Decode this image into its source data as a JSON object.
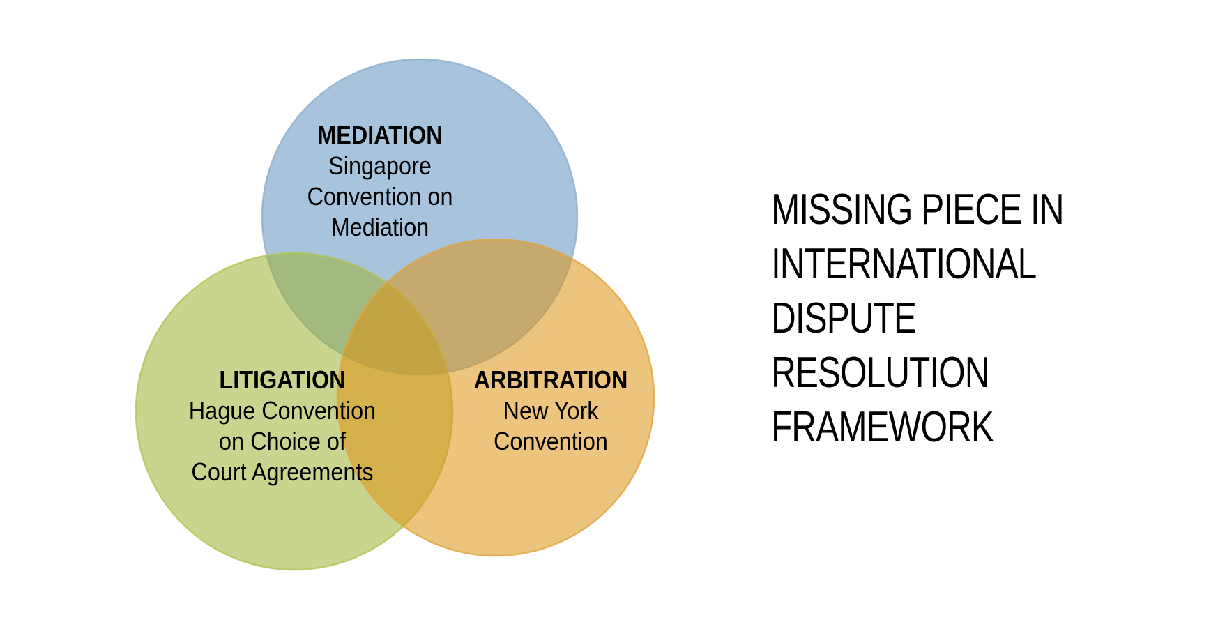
{
  "page": {
    "background": "#ffffff",
    "text_color": "#000000"
  },
  "venn": {
    "circles": [
      {
        "id": "mediation",
        "name": "MEDIATION",
        "lines": [
          "Singapore",
          "Convention on",
          "Mediation"
        ],
        "fill": "#6194C1",
        "appearance_over_white": "#A8C4DD",
        "stroke": "#8FAECC"
      },
      {
        "id": "litigation",
        "name": "LITIGATION",
        "lines": [
          "Hague Convention",
          "on Choice of",
          "Court Agreements"
        ],
        "fill": "#9DB133",
        "appearance_over_white": "#C9D38F",
        "stroke": "#AFC455"
      },
      {
        "id": "arbitration",
        "name": "ARBITRATION",
        "lines": [
          "New York",
          "Convention"
        ],
        "fill": "#DC9414",
        "appearance_over_white": "#ECC47E",
        "stroke": "#DFA540"
      }
    ]
  },
  "caption": {
    "lines": [
      "MISSING PIECE IN",
      "INTERNATIONAL",
      "DISPUTE",
      "RESOLUTION",
      "FRAMEWORK"
    ]
  }
}
